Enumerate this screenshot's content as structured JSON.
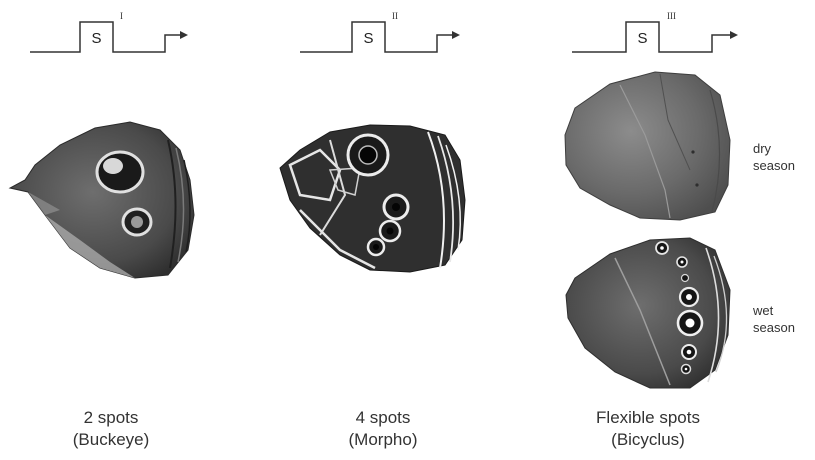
{
  "panels": [
    {
      "id": "buckeye",
      "gene_symbol": "S",
      "gene_numeral": "I",
      "caption_line1": "2 spots",
      "caption_line2": "(Buckeye)",
      "eyespot_count": 2
    },
    {
      "id": "morpho",
      "gene_symbol": "S",
      "gene_numeral": "II",
      "caption_line1": "4 spots",
      "caption_line2": "(Morpho)",
      "eyespot_count": 4
    },
    {
      "id": "bicyclus",
      "gene_symbol": "S",
      "gene_numeral": "III",
      "caption_line1": "Flexible spots",
      "caption_line2": "(Bicyclus)",
      "forms": [
        {
          "label_line1": "dry",
          "label_line2": "season",
          "eyespot_count": 0
        },
        {
          "label_line1": "wet",
          "label_line2": "season",
          "eyespot_count": 7
        }
      ]
    }
  ],
  "colors": {
    "line": "#333333",
    "wing_dark": "#3a3a3a",
    "wing_mid": "#5e5e5e",
    "wing_light": "#8a8a8a",
    "eyespot_ring": "#e8e8e8",
    "eyespot_pupil": "#111111"
  }
}
